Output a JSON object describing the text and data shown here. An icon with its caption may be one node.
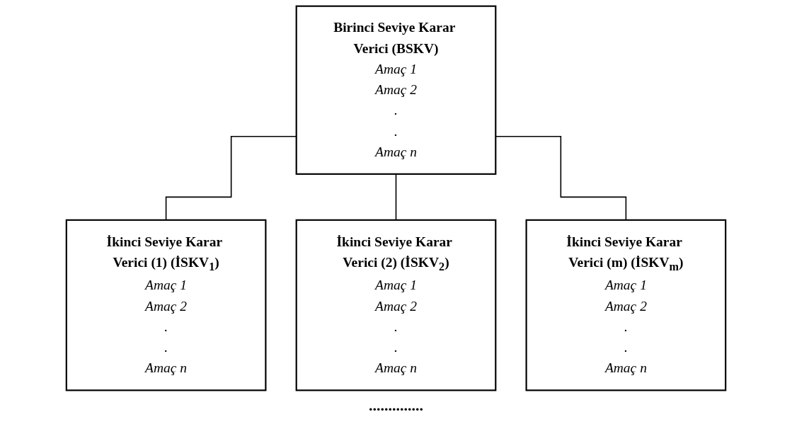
{
  "diagram": {
    "nodes": [
      {
        "text": [
          "Birinci Seviye Karar Verici (BSKV)",
          "Amaç 1",
          "Amaç 2",
          ".",
          ".",
          "Amaç n"
        ]
      },
      {
        "text": [
          "İkinci Seviye Karar Verici (1) (İSKV$_{1}$)",
          "Amaç 1",
          "Amaç 2",
          ".",
          ".",
          "Amaç n"
        ]
      },
      {
        "text": [
          "İkinci Seviye Karar Verici (2) (İSKV$_{2}$)",
          "Amaç 1",
          "Amaç 2",
          ".",
          ".",
          "Amaç n"
        ]
      },
      {
        "text": [
          "İkinci Seviye Karar Verici (m) (İSKV$_{m}$)",
          "Amaç 1",
          "Amaç 2",
          ".",
          ".",
          "Amaç n"
        ]
      }
    ],
    "edges": [
      {
        "from": 0,
        "to": 1,
        "arrow": "none"
      },
      {
        "from": 0,
        "to": 2,
        "arrow": "none"
      },
      {
        "from": 0,
        "to": 3,
        "arrow": "none"
      }
    ],
    "labels": [
      ".............."
    ]
  }
}
